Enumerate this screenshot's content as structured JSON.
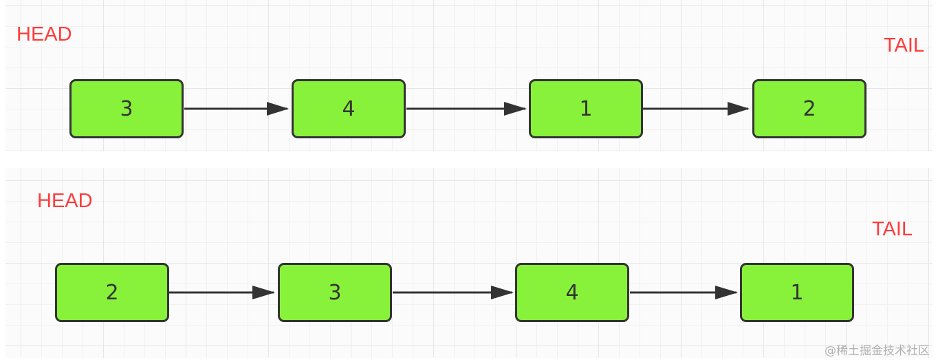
{
  "colors": {
    "node_fill": "#88f23a",
    "node_border": "#333333",
    "label_color": "#ff3b3b",
    "arrow_color": "#333333"
  },
  "diagrams": [
    {
      "head_label": "HEAD",
      "tail_label": "TAIL",
      "nodes": [
        "3",
        "4",
        "1",
        "2"
      ]
    },
    {
      "head_label": "HEAD",
      "tail_label": "TAIL",
      "nodes": [
        "2",
        "3",
        "4",
        "1"
      ]
    }
  ],
  "watermark": "@稀土掘金技术社区"
}
